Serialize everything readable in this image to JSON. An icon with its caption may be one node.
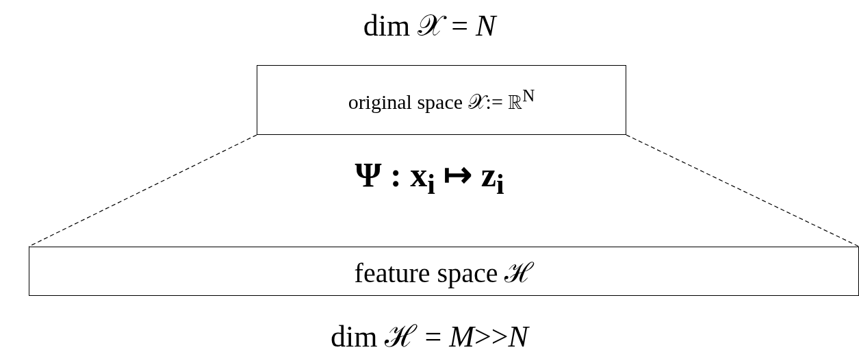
{
  "diagram": {
    "nodes": [
      {
        "text": [
          "original space 𝒳:= ℝ$^{N}$"
        ]
      },
      {
        "text": [
          "feature space ℋ"
        ]
      }
    ],
    "edges": [
      {
        "from": 0,
        "to": 1,
        "arrow": "none",
        "style": "dashed"
      },
      {
        "from": 0,
        "to": 1,
        "arrow": "none",
        "style": "dashed"
      }
    ],
    "labels": [
      "dim 𝒳 = *N*",
      "Ψ : x$_{i}$ ↦ z$_{i}$",
      "dim ℋ = *M*>>*N*"
    ]
  }
}
